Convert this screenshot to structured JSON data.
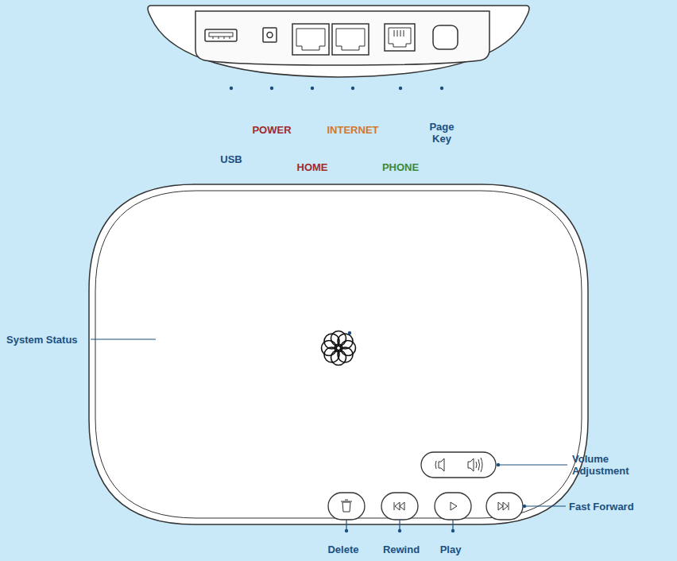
{
  "diagram": {
    "labels": [
      "USB",
      "POWER",
      "HOME",
      "INTERNET",
      "PHONE",
      "Page Key",
      "System Status",
      "Volume Adjustment",
      "Fast Forward",
      "Delete",
      "Rewind",
      "Play"
    ]
  }
}
